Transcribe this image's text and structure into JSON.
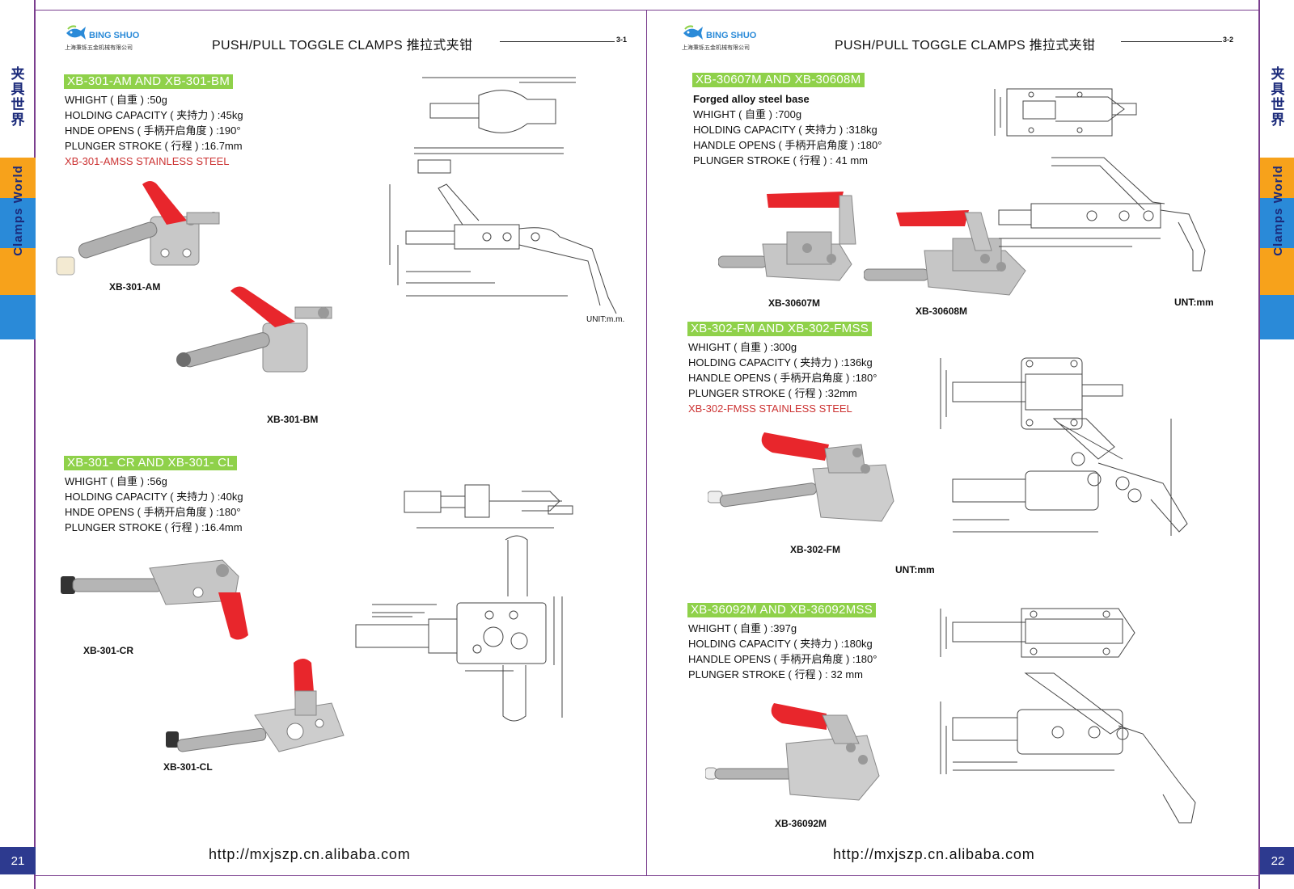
{
  "sidebar": {
    "cn_title": "夹具世界",
    "en_title": "Clamps World",
    "left_page": "21",
    "right_page": "22"
  },
  "brand": {
    "name": "BING SHUO",
    "cn_name": "上海秉铄五金机械有限公司"
  },
  "header": {
    "title": "PUSH/PULL TOGGLE CLAMPS 推拉式夹钳",
    "left_code": "3-1",
    "right_code": "3-2"
  },
  "left": {
    "sec1": {
      "title": "XB-301-AM AND XB-301-BM",
      "specs": [
        "WHIGHT ( 自重 ) :50g",
        "HOLDING CAPACITY ( 夹持力 ) :45kg",
        "HNDE OPENS ( 手柄开启角度 ) :190°",
        "PLUNGER STROKE ( 行程 ) :16.7mm"
      ],
      "note": "XB-301-AMSS STAINLESS STEEL",
      "labels": [
        "XB-301-AM",
        "XB-301-BM"
      ],
      "unit": "UNIT:m.m."
    },
    "sec2": {
      "title": "XB-301- CR AND XB-301- CL",
      "specs": [
        "WHIGHT ( 自重 ) :56g",
        "HOLDING CAPACITY ( 夹持力 ) :40kg",
        "HNDE OPENS ( 手柄开启角度 ) :180°",
        "PLUNGER STROKE ( 行程 ) :16.4mm"
      ],
      "labels": [
        "XB-301-CR",
        "XB-301-CL"
      ]
    },
    "footer": "http://mxjszp.cn.alibaba.com"
  },
  "right": {
    "sec1": {
      "title": "XB-30607M AND XB-30608M",
      "subtitle": "Forged alloy steel base",
      "specs": [
        "WHIGHT ( 自重 ) :700g",
        "HOLDING CAPACITY ( 夹持力 ) :318kg",
        "HANDLE OPENS ( 手柄开启角度 ) :180°",
        "PLUNGER STROKE ( 行程 ) :  41 mm"
      ],
      "labels": [
        "XB-30607M",
        "XB-30608M"
      ],
      "unit": "UNT:mm"
    },
    "sec2": {
      "title": "XB-302-FM AND XB-302-FMSS",
      "specs": [
        "WHIGHT ( 自重 ) :300g",
        "HOLDING CAPACITY ( 夹持力 ) :136kg",
        "HANDLE OPENS ( 手柄开启角度 ) :180°",
        "PLUNGER STROKE ( 行程 ) :32mm"
      ],
      "note": "XB-302-FMSS STAINLESS STEEL",
      "labels": [
        "XB-302-FM"
      ],
      "unit": "UNT:mm"
    },
    "sec3": {
      "title": "XB-36092M AND XB-36092MSS",
      "specs": [
        "WHIGHT ( 自重 ) :397g",
        "HOLDING CAPACITY ( 夹持力 ) :180kg",
        "HANDLE OPENS ( 手柄开启角度 ) :180°",
        "PLUNGER STROKE ( 行程 ) :  32 mm"
      ],
      "labels": [
        "XB-36092M"
      ]
    },
    "footer": "http://mxjszp.cn.alibaba.com"
  },
  "colors": {
    "accent_purple": "#7a3e8e",
    "navy": "#1b2a7a",
    "title_green": "#8fd14a",
    "handle_red": "#e8262c",
    "note_red": "#cc3333",
    "stripe_orange": "#f7a21b",
    "stripe_blue": "#2a8ad8"
  }
}
